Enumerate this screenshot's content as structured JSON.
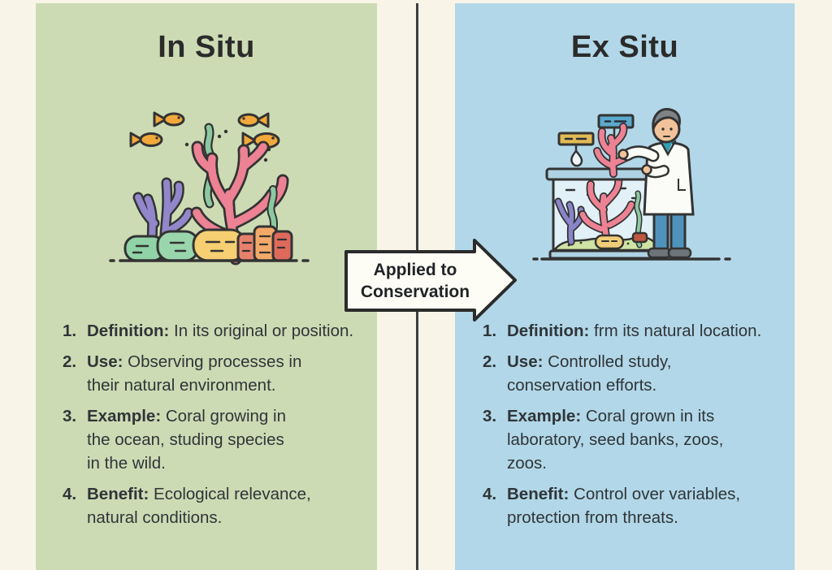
{
  "left_panel": {
    "title": "In Situ",
    "items": [
      {
        "num": "1.",
        "label": "Definition:",
        "lines": [
          "In its original or position."
        ]
      },
      {
        "num": "2.",
        "label": "Use:",
        "lines": [
          "Observing processes in",
          "their natural environment."
        ]
      },
      {
        "num": "3.",
        "label": "Example:",
        "lines": [
          "Coral growing in",
          "the ocean, studing species",
          "in the wild."
        ]
      },
      {
        "num": "4.",
        "label": "Benefit:",
        "lines": [
          "Ecological relevance,",
          "natural conditions."
        ]
      }
    ],
    "illustration": "coral-reef-in-ocean"
  },
  "right_panel": {
    "title": "Ex Situ",
    "items": [
      {
        "num": "1.",
        "label": "Definition:",
        "lines": [
          "frm its natural location."
        ]
      },
      {
        "num": "2.",
        "label": "Use:",
        "lines": [
          "Controlled study,",
          "conservation efforts."
        ]
      },
      {
        "num": "3.",
        "label": "Example:",
        "lines": [
          "Coral grown in its",
          "laboratory, seed banks, zoos,",
          "zoos."
        ]
      },
      {
        "num": "4.",
        "label": "Benefit:",
        "lines": [
          "Control over variables,",
          "protection from threats."
        ]
      }
    ],
    "illustration": "scientist-with-aquarium"
  },
  "arrow": {
    "line1": "Applied to",
    "line2": "Conservation"
  },
  "colors": {
    "background": "#f8f5e8",
    "left_panel_bg": "#ccdbb4",
    "right_panel_bg": "#b2d7e8",
    "divider": "#3d4040",
    "text": "#2f3538",
    "outline": "#333333",
    "coral_pink": "#ec8294",
    "coral_purple": "#9287cb",
    "seaweed_green": "#8cc9a0",
    "fish_orange": "#f2a93b",
    "arrow_fill": "#fdfcf5"
  }
}
